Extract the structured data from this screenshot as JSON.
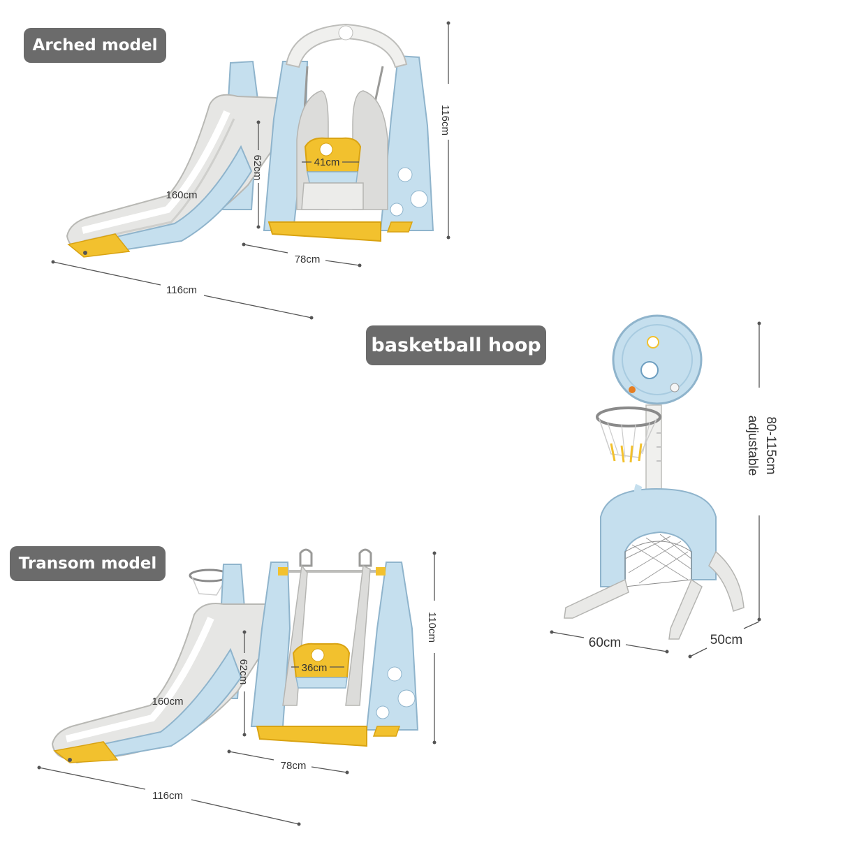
{
  "labels": {
    "arched": "Arched model",
    "hoop": "basketball hoop",
    "transom": "Transom model"
  },
  "arched": {
    "height": "116cm",
    "seat_width": "41cm",
    "slide_height": "62cm",
    "slide_length": "160cm",
    "swing_width": "78cm",
    "length": "116cm"
  },
  "transom": {
    "height": "110cm",
    "seat_width": "36cm",
    "slide_height": "62cm",
    "slide_length": "160cm",
    "swing_width": "78cm",
    "length": "116cm"
  },
  "hoop": {
    "height_line1": "80-115cm",
    "height_line2": "adjustable",
    "width": "60cm",
    "depth": "50cm"
  },
  "colors": {
    "pill": "#6b6b6b",
    "frame_blue": "#bcd9ea",
    "slide_white": "#e6e6e4",
    "accent_yellow": "#f2c12e"
  }
}
